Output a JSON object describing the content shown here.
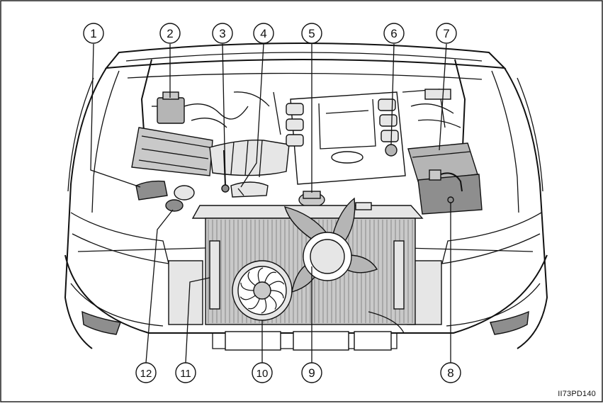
{
  "diagram": {
    "image_code": "II73PD140",
    "callouts": [
      {
        "label": "1"
      },
      {
        "label": "2"
      },
      {
        "label": "3"
      },
      {
        "label": "4"
      },
      {
        "label": "5"
      },
      {
        "label": "6"
      },
      {
        "label": "7"
      },
      {
        "label": "8"
      },
      {
        "label": "9"
      },
      {
        "label": "10"
      },
      {
        "label": "11"
      },
      {
        "label": "12"
      }
    ]
  }
}
